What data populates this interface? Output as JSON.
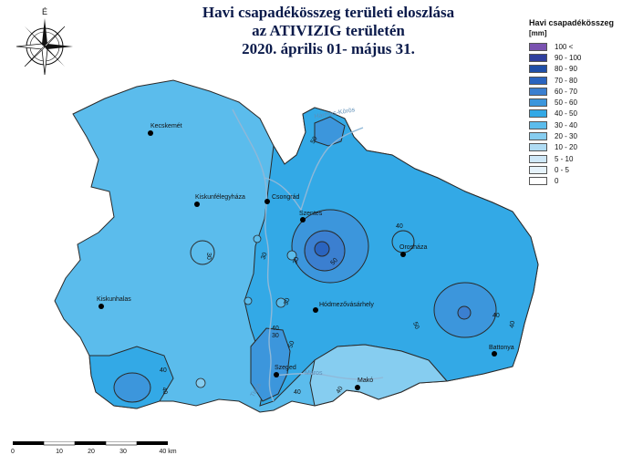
{
  "title": {
    "line1": "Havi csapadékösszeg területi eloszlása",
    "line2": "az ATIVIZIG területén",
    "line3": "2020. április 01- május 31."
  },
  "compass": {
    "north_label": "É"
  },
  "legend": {
    "title": "Havi csapadékösszeg",
    "unit": "[mm]",
    "items": [
      {
        "label": "100 <",
        "color": "#7a52b0"
      },
      {
        "label": "90 - 100",
        "color": "#2f3f9e"
      },
      {
        "label": "80 - 90",
        "color": "#1f4fa8"
      },
      {
        "label": "70 - 80",
        "color": "#2a64bf"
      },
      {
        "label": "60 - 70",
        "color": "#3b7fd0"
      },
      {
        "label": "50 - 60",
        "color": "#3c96dc"
      },
      {
        "label": "40 - 50",
        "color": "#33a9e6"
      },
      {
        "label": "30 - 40",
        "color": "#5bbcec"
      },
      {
        "label": "20 - 30",
        "color": "#86cdf0"
      },
      {
        "label": "10 - 20",
        "color": "#b0dcf4"
      },
      {
        "label": "5 - 10",
        "color": "#cfe8f8"
      },
      {
        "label": "0 - 5",
        "color": "#e6f3fb"
      },
      {
        "label": "0",
        "color": "#ffffff"
      }
    ]
  },
  "cities": {
    "kecskemet": "Kecskemét",
    "kiskunfelegyhaza": "Kiskunfélegyháza",
    "csongrad": "Csongrád",
    "szentes": "Szentes",
    "oroshaza": "Orosháza",
    "kiskunhalas": "Kiskunhalas",
    "hodmezovasarhely": "Hódmezővásárhely",
    "szeged": "Szeged",
    "mako": "Makó",
    "battonya": "Battonya"
  },
  "rivers": {
    "harmas_koros": "Hármas-Körös",
    "maros": "Maros",
    "tisza": "Tisza"
  },
  "isolines": {
    "l30_a": "30",
    "l30_b": "30",
    "l30_c": "30",
    "l30_d": "30",
    "l30_e": "30",
    "l40_a": "40",
    "l40_b": "40",
    "l40_c": "40",
    "l40_d": "40",
    "l40_e": "40",
    "l40_f": "40",
    "l40_g": "40",
    "l40_h": "40",
    "l50_a": "50",
    "l50_b": "50",
    "l50_c": "50",
    "l50_d": "50"
  },
  "scale": {
    "t0": "0",
    "t10": "10",
    "t20": "20",
    "t30": "30",
    "t40": "40 km"
  }
}
